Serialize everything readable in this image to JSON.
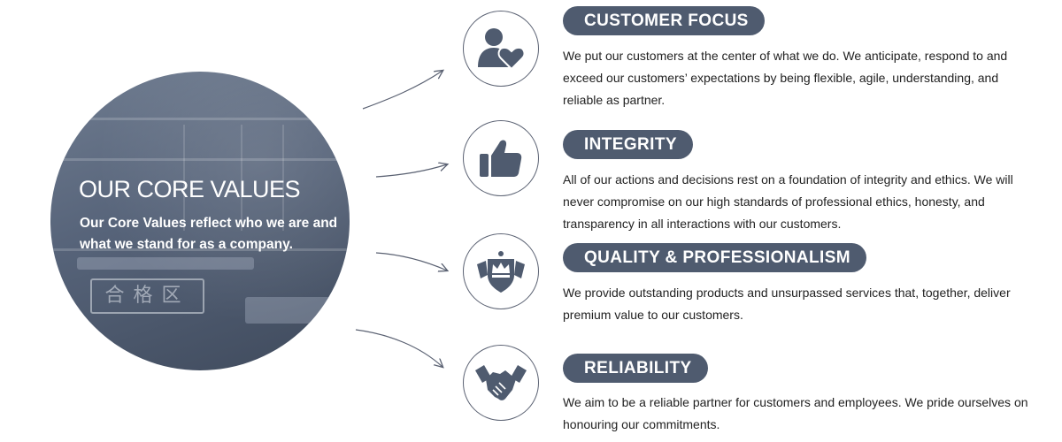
{
  "hero": {
    "title": "OUR CORE VALUES",
    "text": "Our Core Values reflect who we are and what we stand for as a company.",
    "stamp": "合格区"
  },
  "values": [
    {
      "title": "CUSTOMER FOCUS",
      "icon": "customer-heart-icon",
      "text": "We put our customers at the center of what we do. We anticipate, respond to and exceed our customers’ expectations by being flexible, agile, understanding, and reliable as partner."
    },
    {
      "title": "INTEGRITY",
      "icon": "thumbs-up-icon",
      "text": "All of our actions and decisions rest on a foundation of integrity and ethics. We will never compromise on our high standards of professional ethics, honesty, and transparency in all interactions with our customers."
    },
    {
      "title": "QUALITY & PROFESSIONALISM",
      "icon": "crown-shield-icon",
      "text": "We provide outstanding products and unsurpassed services that, together, deliver premium value to our customers."
    },
    {
      "title": "RELIABILITY",
      "icon": "handshake-icon",
      "text": "We aim to be a reliable partner for customers and employees. We pride ourselves on honouring our commitments."
    }
  ],
  "colors": {
    "pill": "#4f5b6f",
    "icon": "#4f5b6f",
    "hero_overlay": "#566379"
  }
}
